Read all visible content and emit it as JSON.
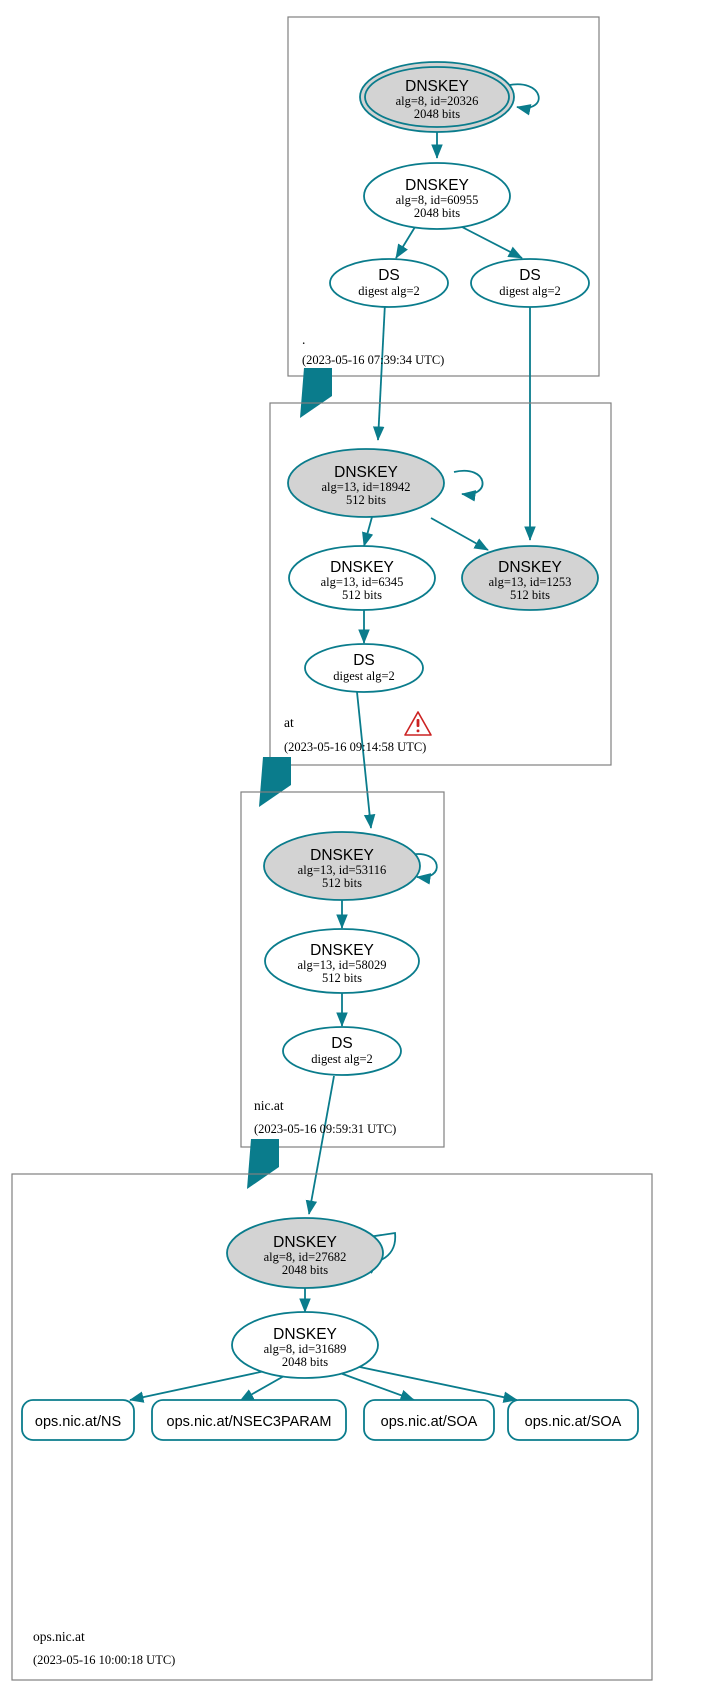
{
  "diagram": {
    "kind": "dnssec-authentication-chain",
    "accent_color": "#0a7c8c",
    "zone_box_color": "#808080",
    "ksk_fill": "#d3d3d3",
    "zsk_fill": "#ffffff",
    "warning_color": "#cc2222"
  },
  "zones": [
    {
      "id": "root",
      "label": ".",
      "timestamp": "(2023-05-16 07:39:34 UTC)",
      "has_warning": false,
      "nodes": [
        {
          "id": "root-ksk-20326",
          "type": "DNSKEY",
          "title": "DNSKEY",
          "line2": "alg=8, id=20326",
          "line3": "2048 bits",
          "style": "trust-anchor",
          "fill": "#d3d3d3"
        },
        {
          "id": "root-zsk-60955",
          "type": "DNSKEY",
          "title": "DNSKEY",
          "line2": "alg=8, id=60955",
          "line3": "2048 bits",
          "style": "zsk",
          "fill": "#ffffff"
        },
        {
          "id": "root-ds-left",
          "type": "DS",
          "title": "DS",
          "line2": "digest alg=2",
          "line3": "",
          "style": "ds",
          "fill": "#ffffff"
        },
        {
          "id": "root-ds-right",
          "type": "DS",
          "title": "DS",
          "line2": "digest alg=2",
          "line3": "",
          "style": "ds",
          "fill": "#ffffff"
        }
      ]
    },
    {
      "id": "at",
      "label": "at",
      "timestamp": "(2023-05-16 09:14:58 UTC)",
      "has_warning": true,
      "warning_icon": "warning-triangle-icon",
      "nodes": [
        {
          "id": "at-ksk-18942",
          "type": "DNSKEY",
          "title": "DNSKEY",
          "line2": "alg=13, id=18942",
          "line3": "512 bits",
          "style": "ksk",
          "fill": "#d3d3d3"
        },
        {
          "id": "at-zsk-6345",
          "type": "DNSKEY",
          "title": "DNSKEY",
          "line2": "alg=13, id=6345",
          "line3": "512 bits",
          "style": "zsk",
          "fill": "#ffffff"
        },
        {
          "id": "at-ksk-1253",
          "type": "DNSKEY",
          "title": "DNSKEY",
          "line2": "alg=13, id=1253",
          "line3": "512 bits",
          "style": "ksk",
          "fill": "#d3d3d3"
        },
        {
          "id": "at-ds",
          "type": "DS",
          "title": "DS",
          "line2": "digest alg=2",
          "line3": "",
          "style": "ds",
          "fill": "#ffffff"
        }
      ]
    },
    {
      "id": "nic-at",
      "label": "nic.at",
      "timestamp": "(2023-05-16 09:59:31 UTC)",
      "has_warning": false,
      "nodes": [
        {
          "id": "nicat-ksk-53116",
          "type": "DNSKEY",
          "title": "DNSKEY",
          "line2": "alg=13, id=53116",
          "line3": "512 bits",
          "style": "ksk",
          "fill": "#d3d3d3"
        },
        {
          "id": "nicat-zsk-58029",
          "type": "DNSKEY",
          "title": "DNSKEY",
          "line2": "alg=13, id=58029",
          "line3": "512 bits",
          "style": "zsk",
          "fill": "#ffffff"
        },
        {
          "id": "nicat-ds",
          "type": "DS",
          "title": "DS",
          "line2": "digest alg=2",
          "line3": "",
          "style": "ds",
          "fill": "#ffffff"
        }
      ]
    },
    {
      "id": "ops-nic-at",
      "label": "ops.nic.at",
      "timestamp": "(2023-05-16 10:00:18 UTC)",
      "has_warning": false,
      "nodes": [
        {
          "id": "opsnicat-ksk-27682",
          "type": "DNSKEY",
          "title": "DNSKEY",
          "line2": "alg=8, id=27682",
          "line3": "2048 bits",
          "style": "ksk",
          "fill": "#d3d3d3"
        },
        {
          "id": "opsnicat-zsk-31689",
          "type": "DNSKEY",
          "title": "DNSKEY",
          "line2": "alg=8, id=31689",
          "line3": "2048 bits",
          "style": "zsk",
          "fill": "#ffffff"
        }
      ],
      "rrsets": [
        {
          "id": "rrset-ns",
          "label": "ops.nic.at/NS"
        },
        {
          "id": "rrset-nsec3param",
          "label": "ops.nic.at/NSEC3PARAM"
        },
        {
          "id": "rrset-soa-1",
          "label": "ops.nic.at/SOA"
        },
        {
          "id": "rrset-soa-2",
          "label": "ops.nic.at/SOA"
        }
      ]
    }
  ]
}
